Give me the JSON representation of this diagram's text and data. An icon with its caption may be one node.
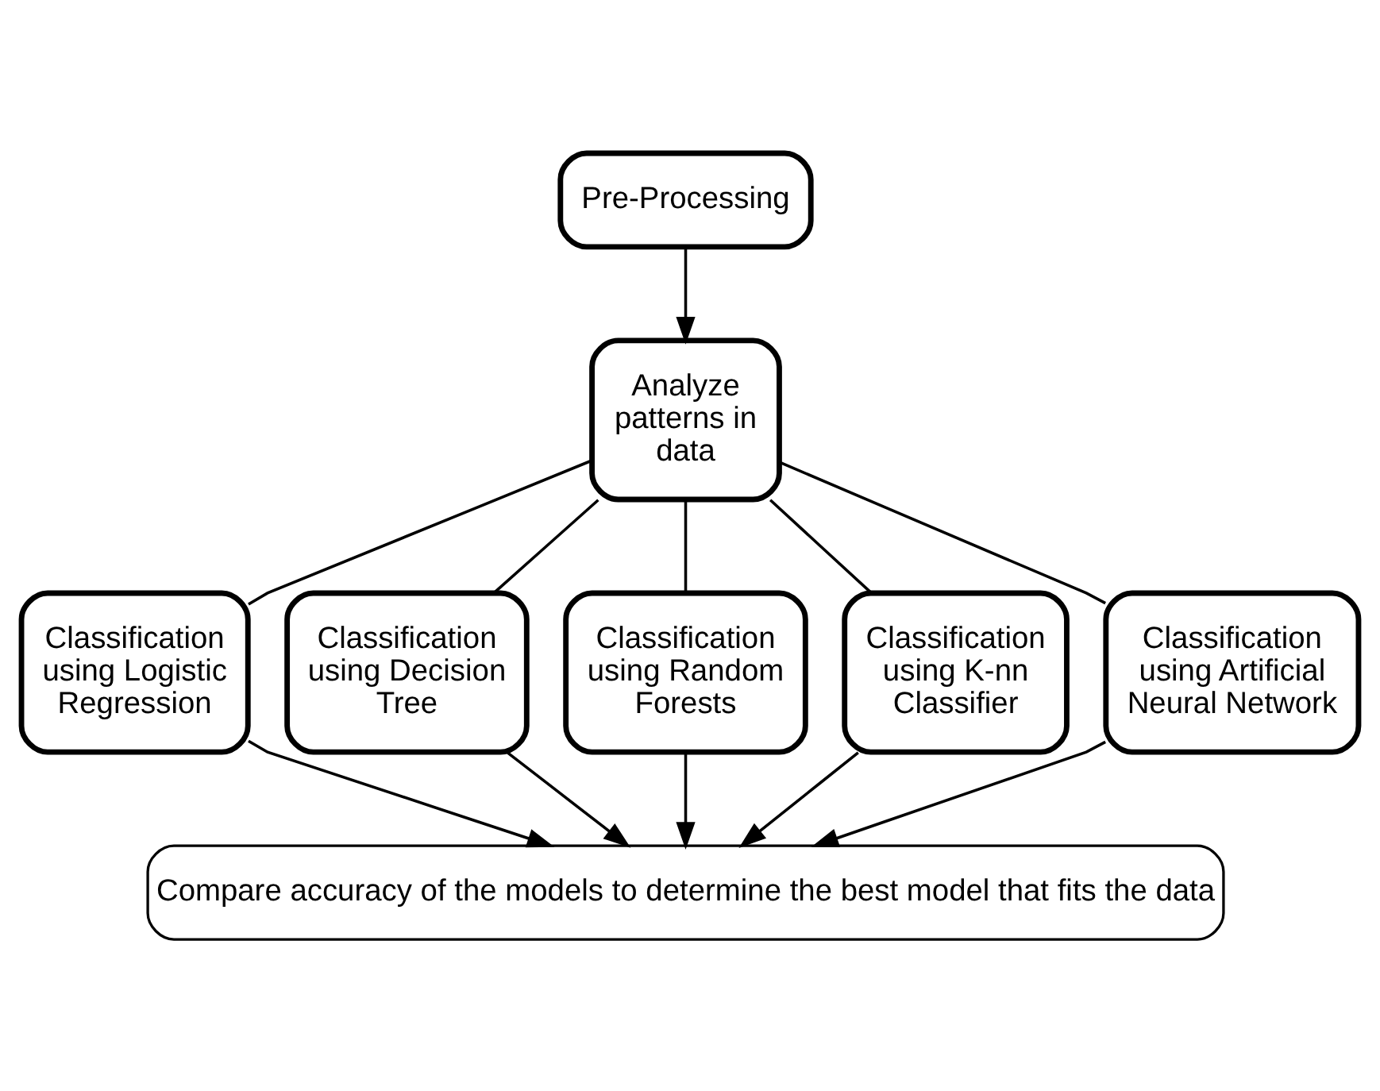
{
  "diagram": {
    "nodes": [
      {
        "text": [
          "Pre-Processing"
        ]
      },
      {
        "text": [
          "Analyze patterns in data"
        ]
      },
      {
        "text": [
          "Classification using Logistic Regression"
        ]
      },
      {
        "text": [
          "Classification using Decision Tree"
        ]
      },
      {
        "text": [
          "Classification using Random Forests"
        ]
      },
      {
        "text": [
          "Classification using K-nn Classifier"
        ]
      },
      {
        "text": [
          "Classification using Artificial Neural Network"
        ]
      },
      {
        "text": [
          "Compare accuracy of the models to determine the best model that fits the data"
        ]
      }
    ],
    "edges": [
      {
        "from": 0,
        "to": 1,
        "arrow": "to"
      },
      {
        "from": 1,
        "to": 2,
        "arrow": "none"
      },
      {
        "from": 1,
        "to": 3,
        "arrow": "none"
      },
      {
        "from": 1,
        "to": 4,
        "arrow": "none"
      },
      {
        "from": 1,
        "to": 5,
        "arrow": "none"
      },
      {
        "from": 1,
        "to": 6,
        "arrow": "none"
      },
      {
        "from": 2,
        "to": 7,
        "arrow": "to"
      },
      {
        "from": 3,
        "to": 7,
        "arrow": "to"
      },
      {
        "from": 4,
        "to": 7,
        "arrow": "to"
      },
      {
        "from": 5,
        "to": 7,
        "arrow": "to"
      },
      {
        "from": 6,
        "to": 7,
        "arrow": "to"
      }
    ]
  }
}
